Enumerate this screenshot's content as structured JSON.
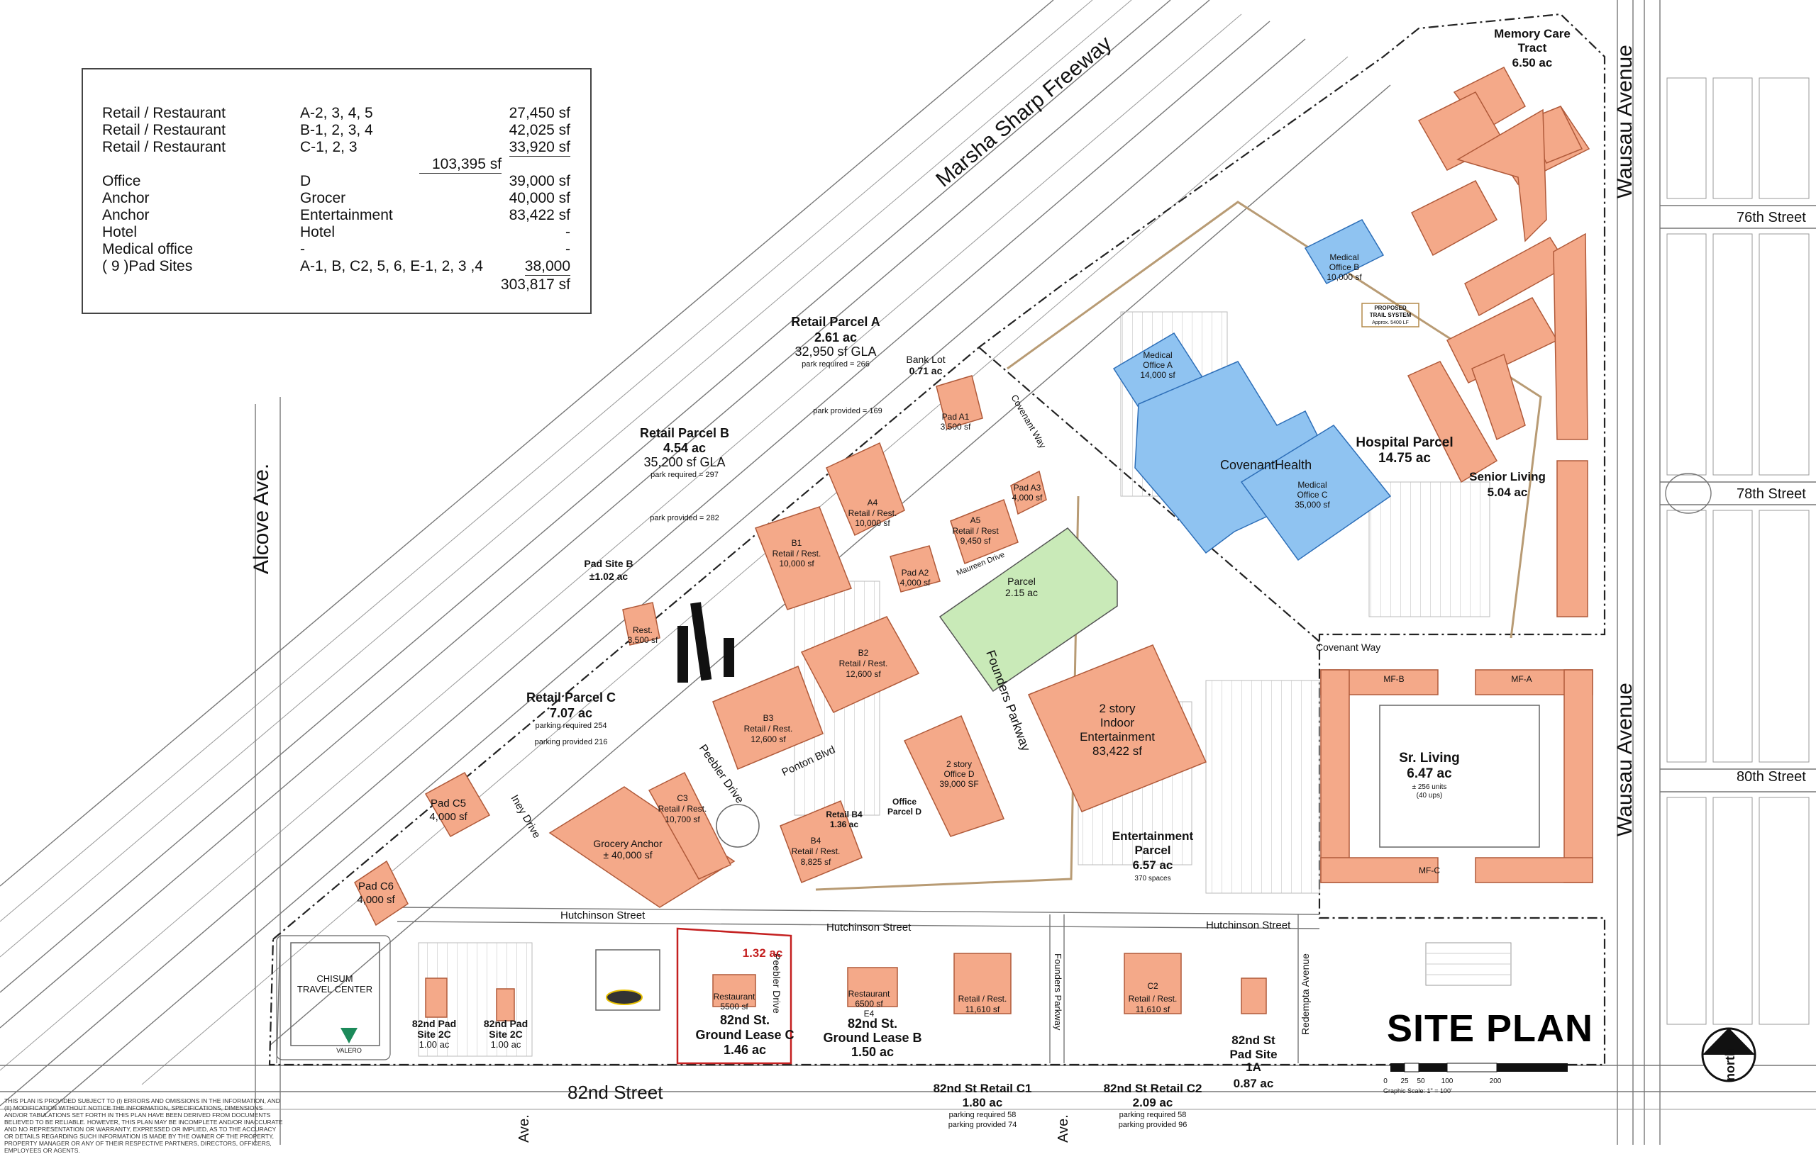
{
  "summary": {
    "rows": [
      {
        "use": "Retail / Restaurant",
        "pads": "A-2, 3, 4, 5",
        "sf": "27,450 sf"
      },
      {
        "use": "Retail / Restaurant",
        "pads": "B-1, 2, 3, 4",
        "sf": "42,025 sf"
      },
      {
        "use": "Retail / Restaurant",
        "pads": "C-1, 2, 3",
        "sf": "33,920 sf"
      },
      {
        "use": "Office",
        "pads": "D",
        "sf": "39,000 sf"
      },
      {
        "use": "Anchor",
        "pads": "Grocer",
        "sf": "40,000 sf"
      },
      {
        "use": "Anchor",
        "pads": "Entertainment",
        "sf": "83,422 sf"
      },
      {
        "use": "Hotel",
        "pads": "Hotel",
        "sf": "-"
      },
      {
        "use": "Medical office",
        "pads": "-",
        "sf": "-"
      },
      {
        "use": "( 9 )Pad Sites",
        "pads": "A-1, B, C2, 5, 6, E-1, 2, 3 ,4",
        "sf": "38,000"
      }
    ],
    "retail_subtotal": "103,395 sf",
    "total": "303,817 sf"
  },
  "streets": {
    "freeway": "Marsha Sharp Freeway",
    "alcove": "Alcove Ave.",
    "wausau": "Wausau Avenue",
    "st76": "76th Street",
    "st78": "78th Street",
    "st80": "80th Street",
    "st82": "82nd Street",
    "hutchinson": "Hutchinson Street",
    "covenant": "Covenant Way",
    "founders": "Founders Parkway",
    "peebler": "Peebler Drive",
    "ponton": "Ponton Blvd",
    "iney": "Iney Drive",
    "redempta": "Redempta Avenue",
    "maureen": "Maureen Drive",
    "ave_short": "Ave."
  },
  "parcels": {
    "retail_a": [
      "Retail Parcel A",
      "2.61 ac",
      "32,950 sf GLA",
      "park required = 266",
      "park provided = 169"
    ],
    "retail_b": [
      "Retail Parcel B",
      "4.54 ac",
      "35,200 sf GLA",
      "park required = 297",
      "park provided = 282"
    ],
    "retail_c": [
      "Retail Parcel C",
      "7.07 ac",
      "parking required 254",
      "parking provided 216"
    ],
    "pad_site_b": [
      "Pad Site B",
      "±1.02 ac"
    ],
    "bank_lot": [
      "Bank Lot",
      "0.71 ac"
    ],
    "parcel_green": [
      "Parcel",
      "2.15 ac"
    ],
    "hospital": [
      "Hospital Parcel",
      "14.75 ac"
    ],
    "senior_living": [
      "Senior Living",
      "5.04 ac"
    ],
    "memory_care": [
      "Memory Care",
      "Tract",
      "6.50 ac"
    ],
    "sr_living": [
      "Sr. Living",
      "6.47 ac",
      "± 256 units",
      "(40 ups)"
    ],
    "entertainment": [
      "Entertainment",
      "Parcel",
      "6.57 ac",
      "370 spaces"
    ],
    "office_parcel_d": [
      "Office",
      "Parcel D"
    ],
    "retail_b4": [
      "Retail B4",
      "1.36 ac"
    ],
    "ground_c": [
      "1.32 ac",
      "82nd St.",
      "Ground Lease C",
      "1.46 ac"
    ],
    "ground_b": [
      "82nd St.",
      "Ground Lease B",
      "1.50 ac"
    ],
    "retail_c1": [
      "82nd St Retail C1",
      "1.80 ac",
      "parking required 58",
      "parking provided 74"
    ],
    "retail_c2": [
      "82nd St Retail C2",
      "2.09 ac",
      "parking required 58",
      "parking provided 96"
    ],
    "pad_1a": [
      "82nd St",
      "Pad Site",
      "1A",
      "0.87 ac"
    ],
    "pad_2c": [
      "82nd Pad",
      "Site 2C",
      "1.00 ac"
    ],
    "pad_2c_b": [
      "82nd Pad",
      "Site 2C",
      "1.00 ac"
    ]
  },
  "buildings": {
    "pad_a1": [
      "Pad A1",
      "3,500 sf"
    ],
    "pad_a3": [
      "Pad A3",
      "4,000 sf"
    ],
    "a4": [
      "A4",
      "Retail / Rest.",
      "10,000 sf"
    ],
    "a5": [
      "A5",
      "Retail / Rest",
      "9,450 sf"
    ],
    "a2": [
      "Pad A2",
      "4,000 sf"
    ],
    "b1": [
      "B1",
      "Retail / Rest.",
      "10,000 sf"
    ],
    "rest": [
      "Rest.",
      "3,500 sf"
    ],
    "b2": [
      "B2",
      "Retail / Rest.",
      "12,600 sf"
    ],
    "b3": [
      "B3",
      "Retail / Rest.",
      "12,600 sf"
    ],
    "b4": [
      "B4",
      "Retail / Rest.",
      "8,825 sf"
    ],
    "office_d": [
      "2 story",
      "Office D",
      "39,000 SF"
    ],
    "entertain": [
      "2 story",
      "Indoor",
      "Entertainment",
      "83,422 sf"
    ],
    "grocery": [
      "Grocery Anchor",
      "± 40,000 sf"
    ],
    "c3": [
      "C3",
      "Retail / Rest.",
      "10,700 sf"
    ],
    "pad_c5": [
      "Pad C5",
      "4,000 sf"
    ],
    "pad_c6": [
      "Pad C6",
      "4,000 sf"
    ],
    "med_a": [
      "Medical",
      "Office A",
      "14,000 sf"
    ],
    "med_b": [
      "Medical",
      "Office B",
      "10,000 sf"
    ],
    "med_c": [
      "Medical",
      "Office C",
      "35,000 sf"
    ],
    "rest_c": [
      "Restaurant",
      "5500 sf"
    ],
    "rest_b": [
      "Restaurant",
      "6500 sf",
      "E4"
    ],
    "c1": [
      "Retail / Rest.",
      "11,610 sf"
    ],
    "c2": [
      "C2",
      "Retail / Rest.",
      "11,610 sf"
    ],
    "mf_b": "MF-B",
    "mf_a": "MF-A",
    "mf_c": "MF-C",
    "chisum": [
      "CHISUM",
      "TRAVEL CENTER"
    ],
    "valero": "VALERO",
    "covenant_logo": "CovenantHealth",
    "trail": [
      "PROPOSED",
      "TRAIL SYSTEM",
      "Approx. 5400 LF"
    ]
  },
  "title": "SITE PLAN",
  "north": "north",
  "scale_nums": [
    "0",
    "25",
    "50",
    "100",
    "200"
  ],
  "scale_text": "Graphic Scale: 1\" = 100'",
  "footnote": "This plan is provided subject to (i) errors and omissions in the information, and (ii) modification without notice the information, specifications, dimensions and/or tabulations set forth in this plan have been derived from documents believed to be reliable. however, this plan may be incomplete and/or inaccurate and no representation or warranty, expressed or implied, as to the accuracy or details regarding such information is made by the owner of the property, property manager or any of their respective partners, directors, officers, employees or agents."
}
